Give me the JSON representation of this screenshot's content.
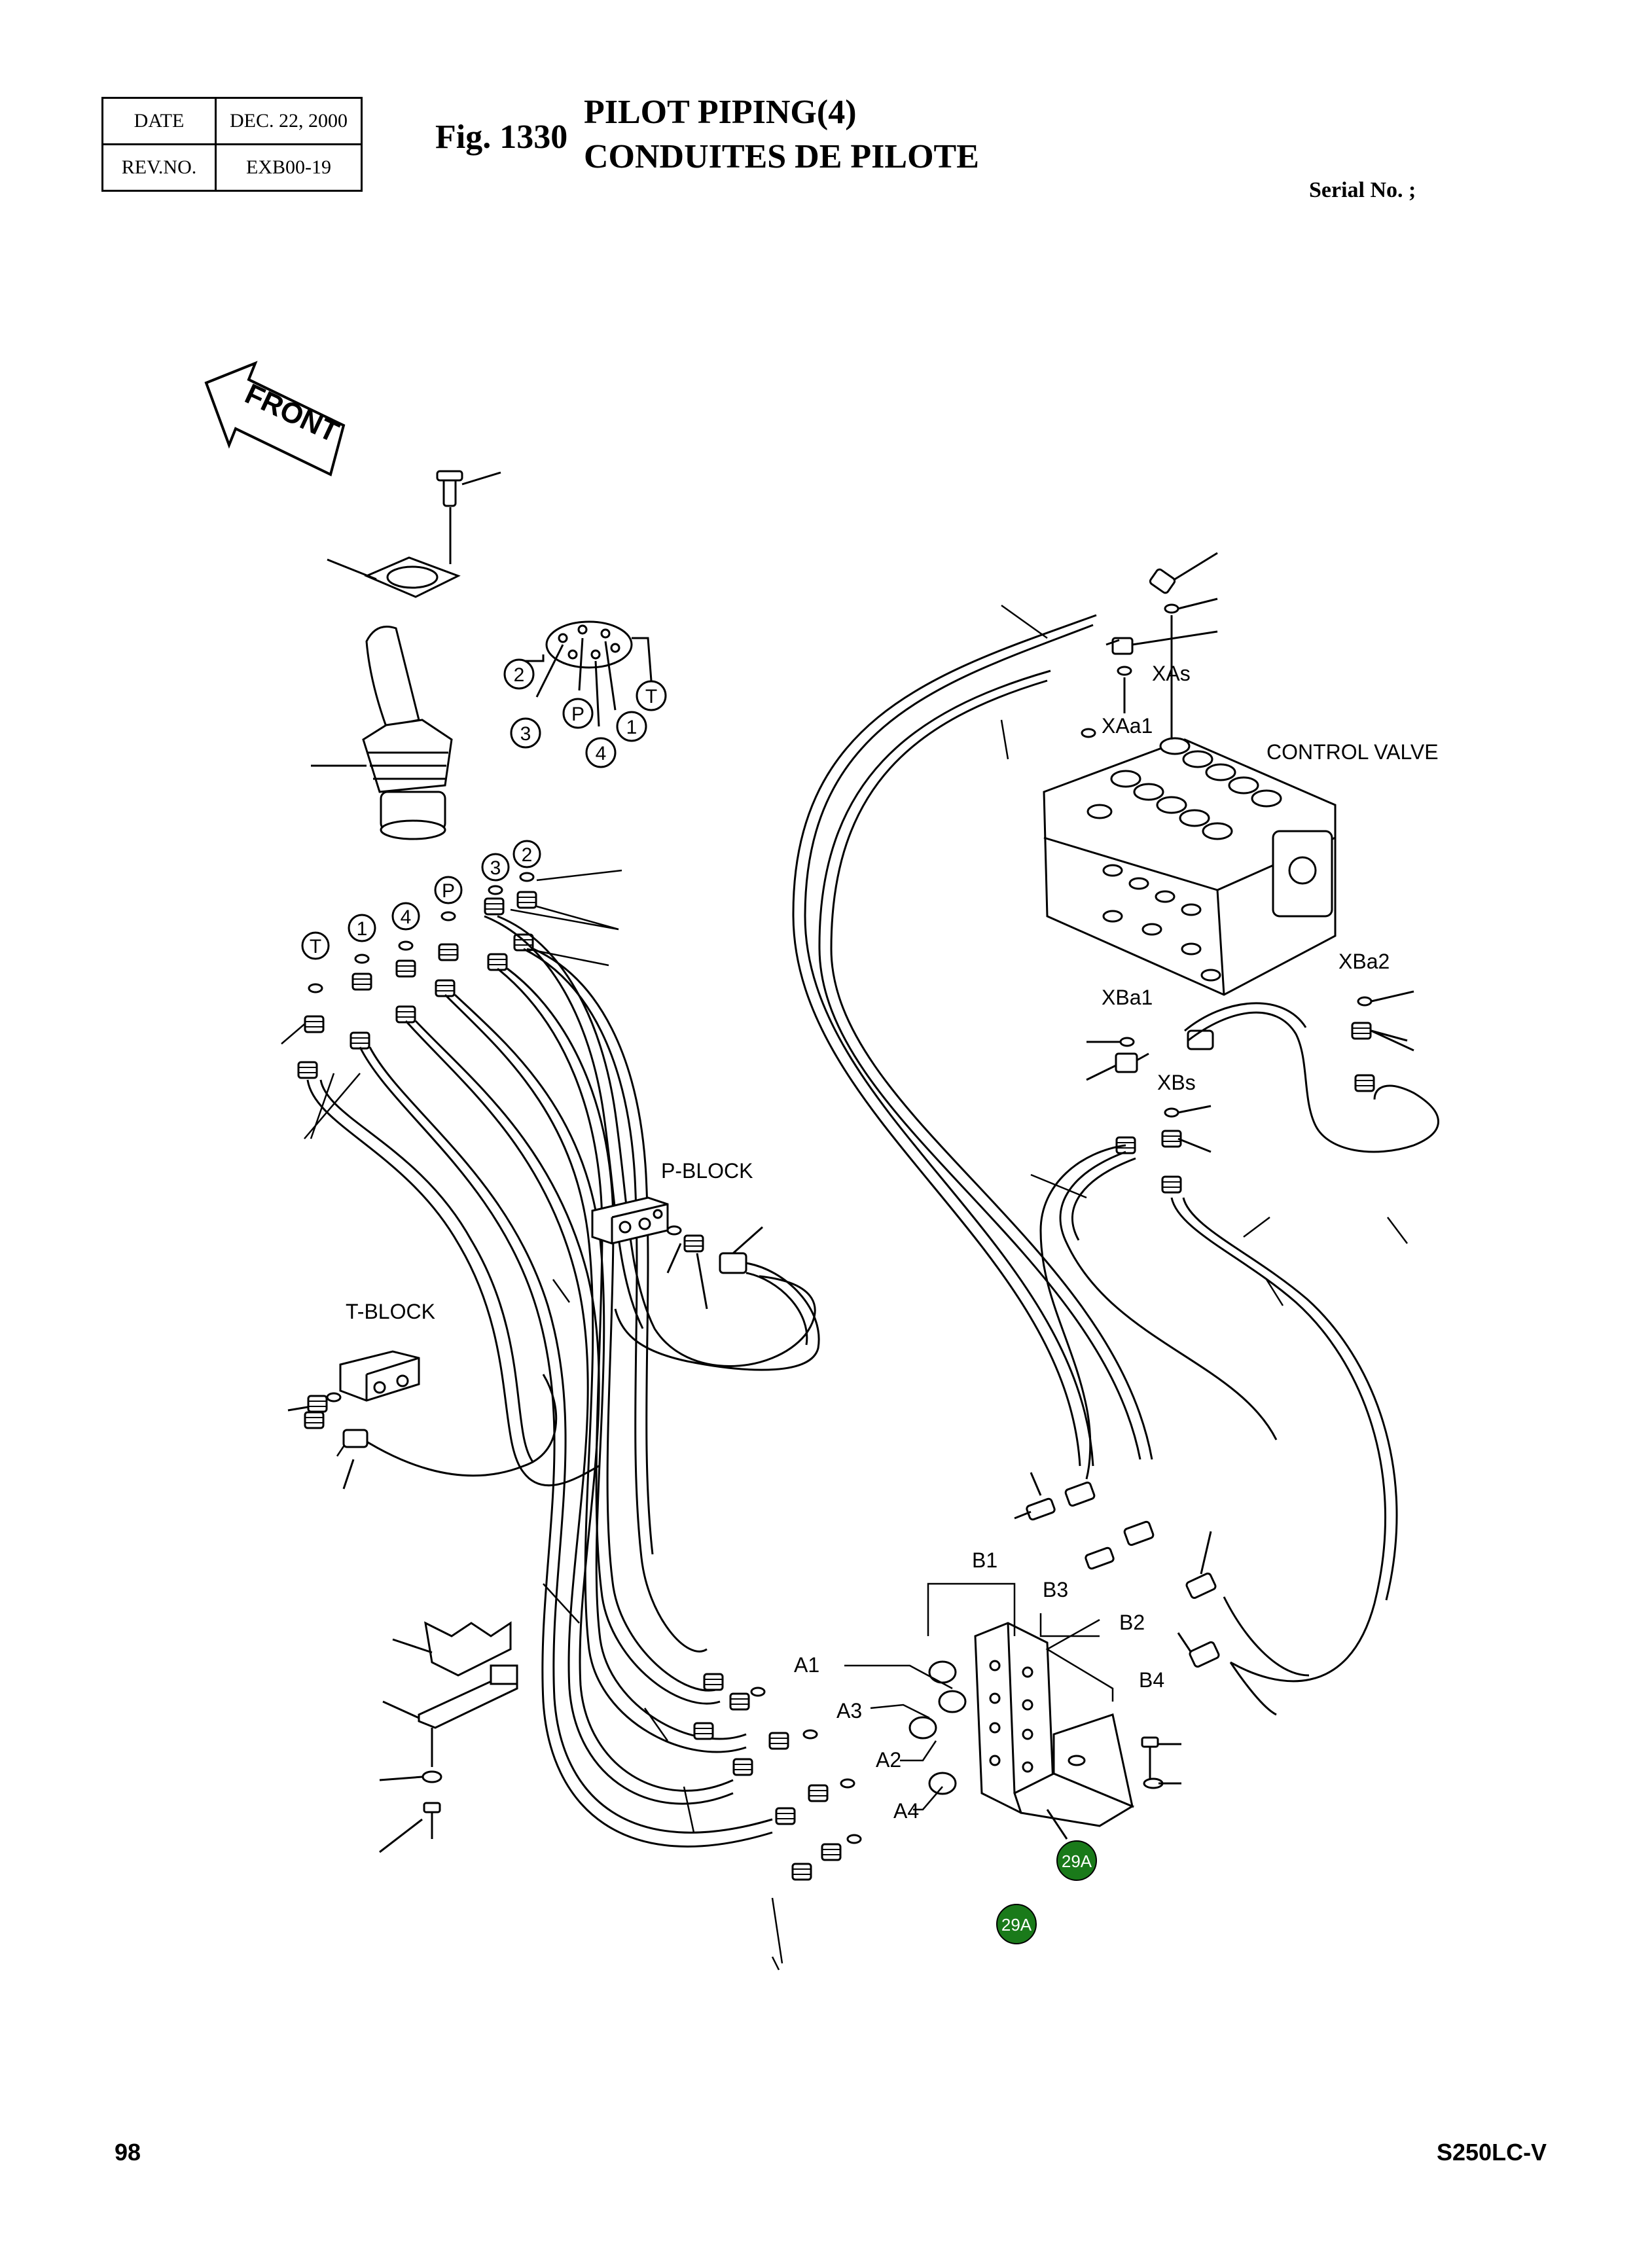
{
  "header": {
    "date_label": "DATE",
    "date_value": "DEC. 22, 2000",
    "rev_label": "REV.NO.",
    "rev_value": "EXB00-19"
  },
  "figure": {
    "number": "Fig. 1330",
    "title_en": "PILOT PIPING(4)",
    "title_fr": "CONDUITES DE PILOTE"
  },
  "serial_label": "Serial No. ;",
  "diagram": {
    "front_label": "FRONT",
    "control_valve_label": "CONTROL VALVE",
    "p_block_label": "P-BLOCK",
    "t_block_label": "T-BLOCK",
    "port_labels": [
      "XAs",
      "XAa1",
      "XBa2",
      "XBa1",
      "XBs",
      "B1",
      "B3",
      "B2",
      "B4",
      "A1",
      "A3",
      "A2",
      "A4"
    ],
    "circled_ports_top": [
      "2",
      "P",
      "T",
      "3",
      "1",
      "4"
    ],
    "circled_ports_fittings": [
      "3",
      "2",
      "P",
      "4",
      "1",
      "T"
    ],
    "badge_label": "29A",
    "badge_color": "#1a7a1a"
  },
  "footer": {
    "page_number": "98",
    "model": "S250LC-V"
  }
}
